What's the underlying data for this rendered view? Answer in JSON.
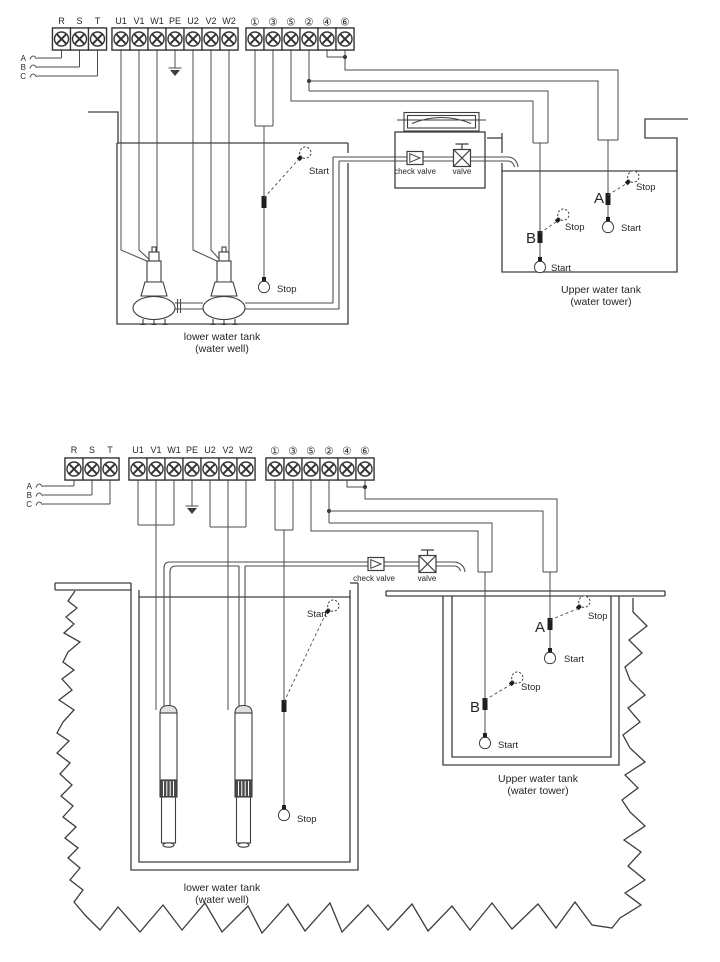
{
  "top": {
    "power_terminals": [
      "R",
      "S",
      "T"
    ],
    "motor_terminals": [
      "U1",
      "V1",
      "W1",
      "PE",
      "U2",
      "V2",
      "W2"
    ],
    "control_terminals": [
      "①",
      "③",
      "⑤",
      "②",
      "④",
      "⑥"
    ],
    "phases": [
      "A",
      "B",
      "C"
    ],
    "check_valve_label": "check valve",
    "valve_label": "valve",
    "lower_tank": {
      "title": "lower water tank",
      "subtitle": "(water well)",
      "float_start": "Start",
      "float_stop": "Stop"
    },
    "upper_tank": {
      "title": "Upper water tank",
      "subtitle": "(water tower)",
      "float_a_name": "A",
      "float_a_start": "Start",
      "float_a_stop": "Stop",
      "float_b_name": "B",
      "float_b_start": "Start",
      "float_b_stop": "Stop"
    }
  },
  "bottom": {
    "power_terminals": [
      "R",
      "S",
      "T"
    ],
    "motor_terminals": [
      "U1",
      "V1",
      "W1",
      "PE",
      "U2",
      "V2",
      "W2"
    ],
    "control_terminals": [
      "①",
      "③",
      "⑤",
      "②",
      "④",
      "⑥"
    ],
    "phases": [
      "A",
      "B",
      "C"
    ],
    "check_valve_label": "check valve",
    "valve_label": "valve",
    "lower_tank": {
      "title": "lower water tank",
      "subtitle": "(water well)",
      "float_start": "Start",
      "float_stop": "Stop"
    },
    "upper_tank": {
      "title": "Upper water tank",
      "subtitle": "(water tower)",
      "float_a_name": "A",
      "float_a_start": "Start",
      "float_a_stop": "Stop",
      "float_b_name": "B",
      "float_b_start": "Start",
      "float_b_stop": "Stop"
    }
  }
}
